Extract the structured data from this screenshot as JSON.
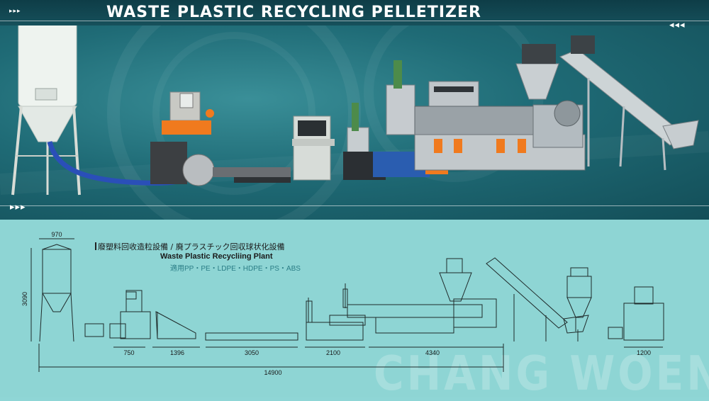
{
  "header": {
    "title": "WASTE PLASTIC RECYCLING PELLETIZER"
  },
  "decor": {
    "arrows_right": "▸▸▸",
    "arrows_left": "◂◂◂"
  },
  "legend": {
    "chinese_title": "廢塑料回收造粒設備 / 廃プラスチック回収球状化設備",
    "english_title": "Waste Plastic Recycliing Plant",
    "applicable": "適用PP・PE・LDPE・HDPE・PS・ABS"
  },
  "dimensions": {
    "silo_width": "970",
    "silo_height": "3090",
    "d1": "750",
    "d2": "1396",
    "d3": "3050",
    "d4": "2100",
    "d5": "4340",
    "d6": "1200",
    "total": "14900"
  },
  "watermark": "CHANG WOEN",
  "colors": {
    "accent_orange": "#f07a1e",
    "hero_teal": "#1f6b76",
    "drawing_bg": "#8ed5d4",
    "machine_blue": "#2a5db0"
  }
}
